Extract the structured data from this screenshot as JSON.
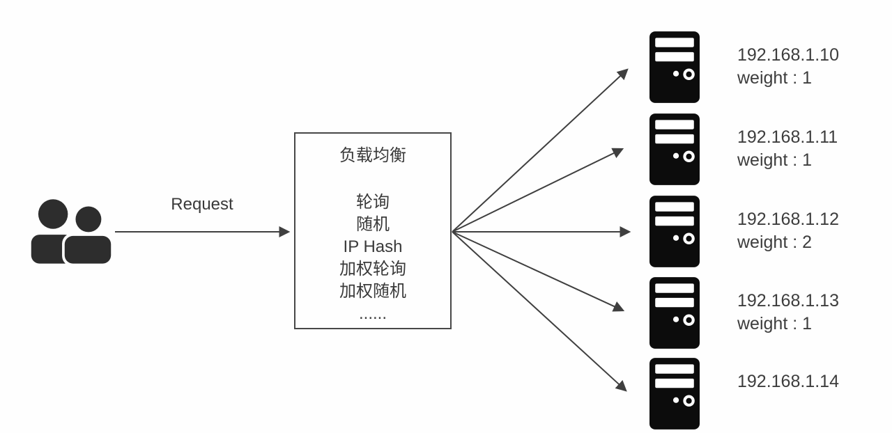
{
  "client": {
    "icon": "users-icon"
  },
  "request": {
    "label": "Request"
  },
  "load_balancer": {
    "title": "负载均衡",
    "algorithms": [
      "轮询",
      "随机",
      "IP Hash",
      "加权轮询",
      "加权随机",
      "......"
    ]
  },
  "servers": [
    {
      "ip": "192.168.1.10",
      "weight_label": "weight : 1"
    },
    {
      "ip": "192.168.1.11",
      "weight_label": "weight : 1"
    },
    {
      "ip": "192.168.1.12",
      "weight_label": "weight : 2"
    },
    {
      "ip": "192.168.1.13",
      "weight_label": "weight : 1"
    },
    {
      "ip": "192.168.1.14",
      "weight_label": ""
    }
  ],
  "colors": {
    "ink": "#3a3a3a",
    "line": "#3f3f3f",
    "icon-black": "#0c0c0c",
    "people": "#2d2d2d",
    "bg": "#fefefe"
  }
}
